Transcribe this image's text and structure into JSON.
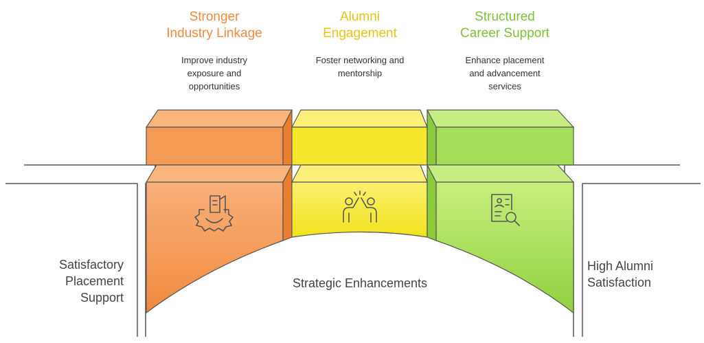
{
  "colors": {
    "orange": "#F08A3E",
    "yellow": "#F2E21C",
    "green": "#8FD13F",
    "title_orange": "#F08A3E",
    "title_yellow": "#E8C21A",
    "title_green": "#7DC13A"
  },
  "pillars": [
    {
      "title_lines": [
        "Stronger",
        "Industry Linkage"
      ],
      "desc_lines": [
        "Improve industry",
        "exposure and",
        "opportunities"
      ],
      "icon": "industry-gear-icon"
    },
    {
      "title_lines": [
        "Alumni",
        "Engagement"
      ],
      "desc_lines": [
        "Foster networking and",
        "mentorship"
      ],
      "icon": "high-five-icon"
    },
    {
      "title_lines": [
        "Structured",
        "Career Support"
      ],
      "desc_lines": [
        "Enhance placement",
        "and advancement",
        "services"
      ],
      "icon": "resume-search-icon"
    }
  ],
  "left_label": [
    "Satisfactory",
    "Placement",
    "Support"
  ],
  "right_label": [
    "High Alumni",
    "Satisfaction"
  ],
  "center_label": "Strategic Enhancements"
}
